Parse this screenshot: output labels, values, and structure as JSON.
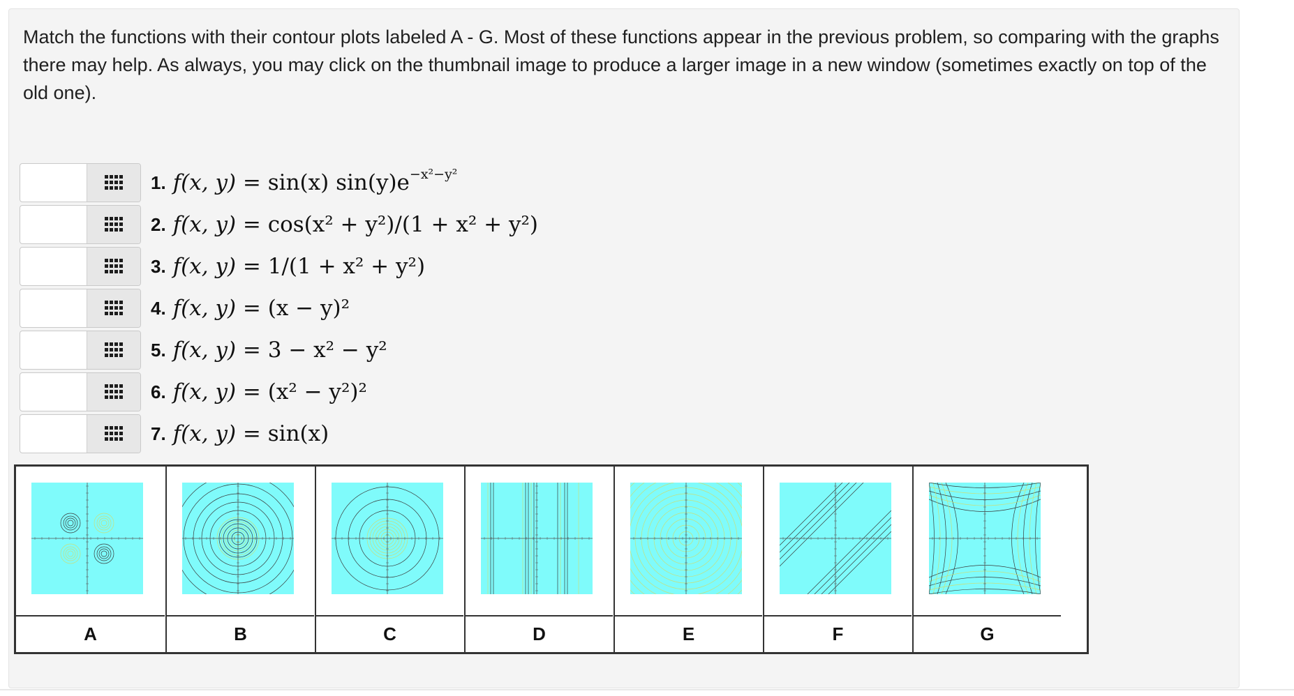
{
  "instructions": "Match the functions with their contour plots labeled A - G. Most of these functions appear in the previous problem, so comparing with the graphs there may help. As always, you may click on the thumbnail image to produce a larger image in a new window (sometimes exactly on top of the old one).",
  "icon": "grid-icon",
  "functions": [
    {
      "number": "1.",
      "lhs": "f(x, y) = ",
      "rhs": "sin(x) sin(y)e",
      "sup": "−x²−y²",
      "answer": ""
    },
    {
      "number": "2.",
      "lhs": "f(x, y) = ",
      "rhs": "cos(x² + y²)/(1 + x² + y²)",
      "sup": "",
      "answer": ""
    },
    {
      "number": "3.",
      "lhs": "f(x, y) = ",
      "rhs": "1/(1 + x² + y²)",
      "sup": "",
      "answer": ""
    },
    {
      "number": "4.",
      "lhs": "f(x, y) = ",
      "rhs": "(x − y)²",
      "sup": "",
      "answer": ""
    },
    {
      "number": "5.",
      "lhs": "f(x, y) = ",
      "rhs": "3 − x² − y²",
      "sup": "",
      "answer": ""
    },
    {
      "number": "6.",
      "lhs": "f(x, y) = ",
      "rhs": "(x² − y²)²",
      "sup": "",
      "answer": ""
    },
    {
      "number": "7.",
      "lhs": "f(x, y) = ",
      "rhs": "sin(x)",
      "sup": "",
      "answer": ""
    }
  ],
  "plots": [
    {
      "label": "A",
      "kind": "blobs"
    },
    {
      "label": "B",
      "kind": "rings-dense"
    },
    {
      "label": "C",
      "kind": "rings-center"
    },
    {
      "label": "D",
      "kind": "vertical"
    },
    {
      "label": "E",
      "kind": "rings-wide"
    },
    {
      "label": "F",
      "kind": "diagonal"
    },
    {
      "label": "G",
      "kind": "hyperbola"
    }
  ],
  "colors": {
    "plot_bg": "#7ffbfb",
    "contour": "#3a3a3a",
    "contour_light": "#c8e07a"
  }
}
